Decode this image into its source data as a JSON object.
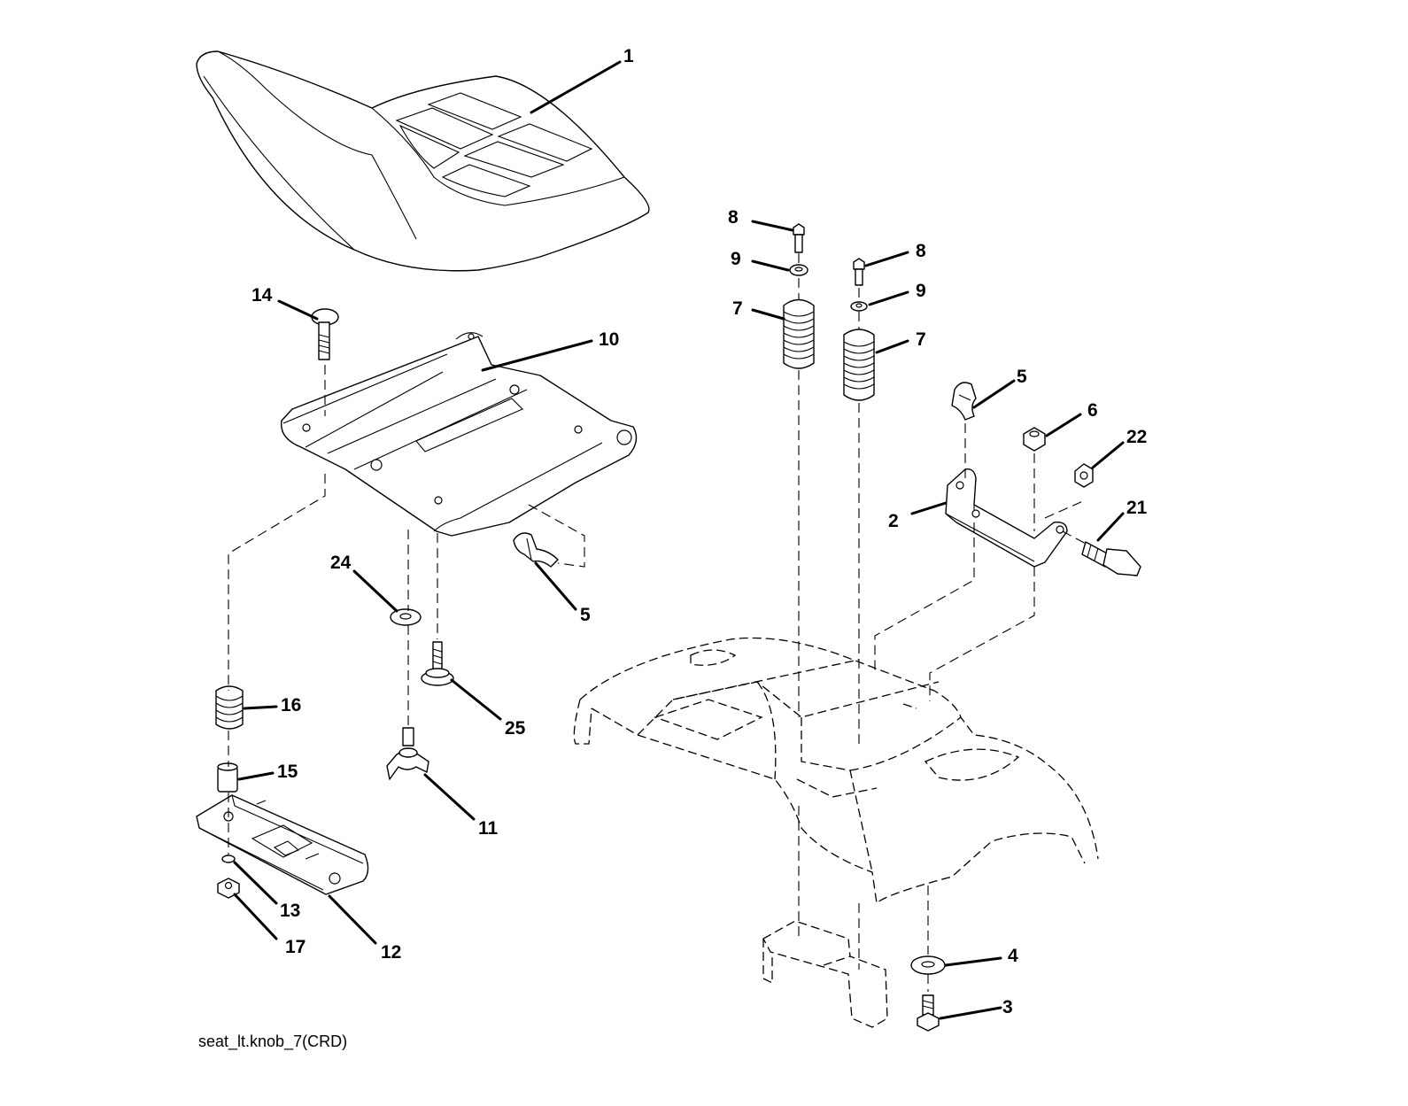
{
  "diagram": {
    "caption": "seat_lt.knob_7(CRD)",
    "callouts": {
      "c1": "1",
      "c2": "2",
      "c3": "3",
      "c4": "4",
      "c5a": "5",
      "c5b": "5",
      "c6": "6",
      "c7a": "7",
      "c7b": "7",
      "c8a": "8",
      "c8b": "8",
      "c9a": "9",
      "c9b": "9",
      "c10": "10",
      "c11": "11",
      "c12": "12",
      "c13": "13",
      "c14": "14",
      "c15": "15",
      "c16": "16",
      "c17": "17",
      "c21": "21",
      "c22": "22",
      "c24": "24",
      "c25": "25"
    }
  }
}
